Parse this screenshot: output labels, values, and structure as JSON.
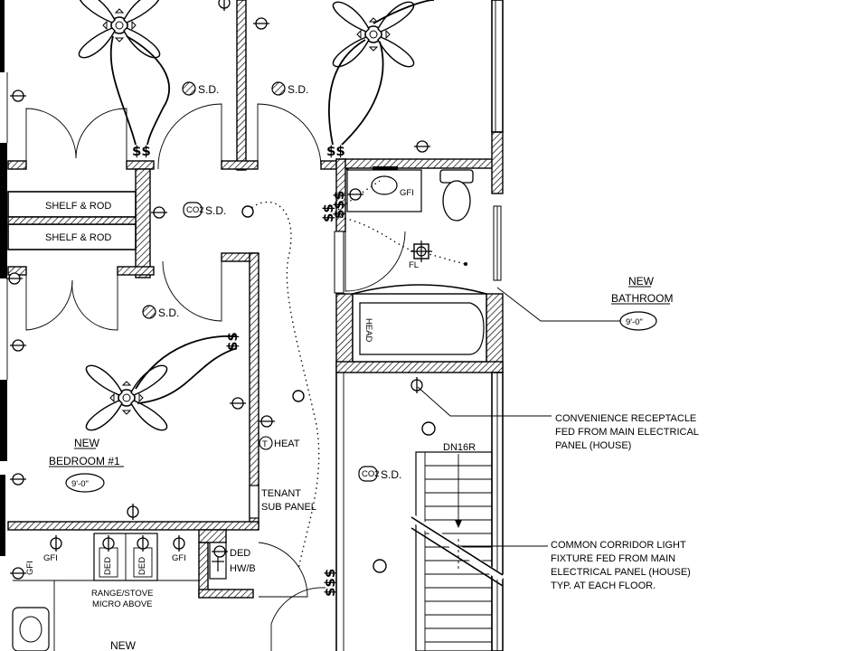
{
  "rooms": {
    "bathroom": {
      "line1": "NEW",
      "line2": "BATHROOM",
      "height": "9'-0\""
    },
    "bedroom": {
      "line1": "NEW",
      "line2": "BEDROOM #1",
      "height": "9'-0\""
    },
    "bottom_room": {
      "line1": "NEW"
    }
  },
  "closet": {
    "shelf1": "SHELF & ROD",
    "shelf2": "SHELF & ROD"
  },
  "smoke_detector": {
    "label": "S.D.",
    "co_badge": "CO2"
  },
  "heat": {
    "symbol": "T",
    "label": "HEAT"
  },
  "panel": {
    "line1": "TENANT",
    "line2": "SUB PANEL"
  },
  "kitchen": {
    "line1": "RANGE/STOVE",
    "line2": "MICRO ABOVE",
    "ded": "DED"
  },
  "water_heater": {
    "line1": "DED",
    "line2": "HW/B"
  },
  "gfi": "GFI",
  "tub_head": "HEAD",
  "fan_light": "FL",
  "switch_single": "$$",
  "switch_triple": "$$$",
  "stair": {
    "label": "DN16R"
  },
  "notes": {
    "receptacle": [
      "CONVENIENCE RECEPTACLE",
      "FED FROM MAIN ELECTRICAL",
      "PANEL (HOUSE)"
    ],
    "corridor": [
      "COMMON CORRIDOR LIGHT",
      "FIXTURE FED FROM MAIN",
      "ELECTRICAL PANEL (HOUSE)",
      "TYP. AT EACH FLOOR."
    ]
  }
}
